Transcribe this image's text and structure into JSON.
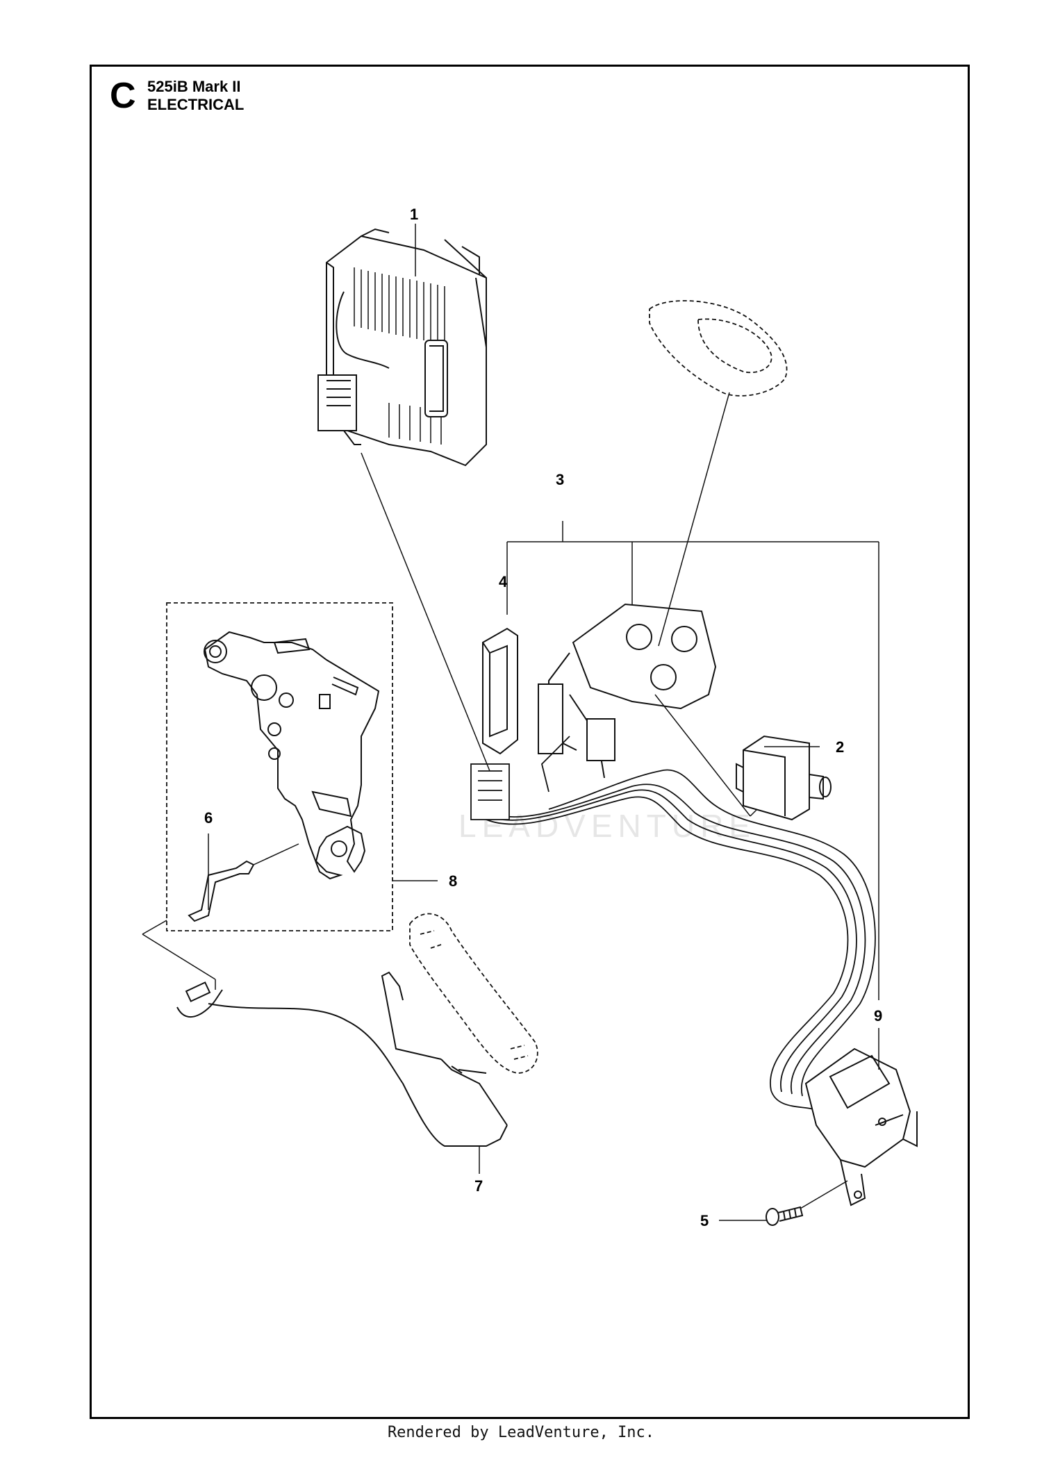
{
  "header": {
    "section_letter": "C",
    "model": "525iB Mark II",
    "subtitle": "ELECTRICAL"
  },
  "callouts": [
    "1",
    "2",
    "3",
    "4",
    "5",
    "6",
    "7",
    "8",
    "9"
  ],
  "watermark": "LEADVENTURE",
  "footer": {
    "text": "Rendered by LeadVenture, Inc."
  }
}
